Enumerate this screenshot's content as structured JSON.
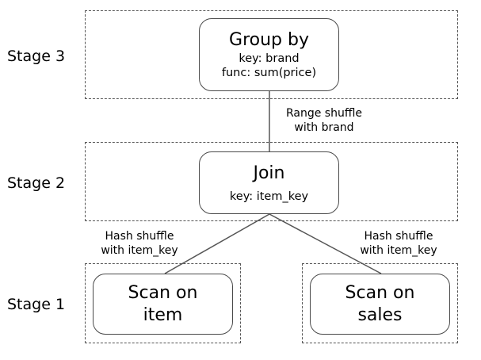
{
  "stages": [
    {
      "id": "stage-3",
      "label": "Stage 3"
    },
    {
      "id": "stage-2",
      "label": "Stage 2"
    },
    {
      "id": "stage-1",
      "label": "Stage 1"
    }
  ],
  "nodes": {
    "group_by": {
      "title": "Group by",
      "lines": [
        "key: brand",
        "func: sum(price)"
      ]
    },
    "join": {
      "title": "Join",
      "lines": [
        "key: item_key"
      ]
    },
    "scan_item": {
      "lines": [
        "Scan on",
        "item"
      ]
    },
    "scan_sales": {
      "lines": [
        "Scan on",
        "sales"
      ]
    }
  },
  "edges": {
    "range_shuffle": [
      "Range shuffle",
      "with brand"
    ],
    "hash_shuffle_left": [
      "Hash shuffle",
      "with item_key"
    ],
    "hash_shuffle_right": [
      "Hash shuffle",
      "with item_key"
    ]
  },
  "colors": {
    "border": "#4a4a4a",
    "dashed": "#555555",
    "edge": "#555555"
  }
}
